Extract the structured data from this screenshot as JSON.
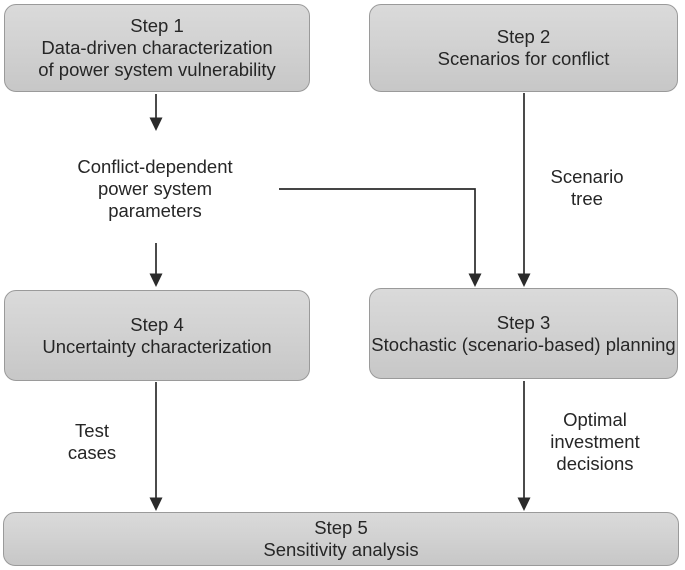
{
  "figure": {
    "type": "flowchart",
    "background_color": "#ffffff",
    "box_fill_top": "#dadada",
    "box_fill_bottom": "#c7c7c7",
    "box_border_color": "#9a9a9a",
    "text_color": "#262626",
    "arrow_color": "#2b2b2b"
  },
  "boxes": {
    "step1": {
      "title": "Step 1",
      "line1": "Data-driven characterization",
      "line2": "of power system vulnerability"
    },
    "step2": {
      "title": "Step 2",
      "line1": "Scenarios for conflict"
    },
    "step3": {
      "title": "Step 3",
      "line1": "Stochastic (scenario-based) planning"
    },
    "step4": {
      "title": "Step 4",
      "line1": "Uncertainty characterization"
    },
    "step5": {
      "title": "Step 5",
      "line1": "Sensitivity analysis"
    }
  },
  "labels": {
    "conflict_parameters": {
      "line1": "Conflict-dependent",
      "line2": "power system",
      "line3": "parameters"
    },
    "scenario_tree": {
      "line1": "Scenario",
      "line2": "tree"
    },
    "test_cases": {
      "line1": "Test",
      "line2": "cases"
    },
    "optimal_decisions": {
      "line1": "Optimal",
      "line2": "investment",
      "line3": "decisions"
    }
  }
}
